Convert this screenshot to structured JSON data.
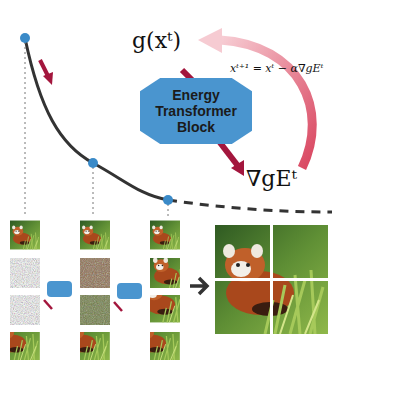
{
  "diagram": {
    "nodes": [
      {
        "text": [
          "Energy Transformer Block"
        ]
      }
    ],
    "labels": [
      "g(xᵗ)",
      "xᵗ⁺¹ = xᵗ − α∇gEᵗ",
      "∇gEᵗ"
    ]
  }
}
